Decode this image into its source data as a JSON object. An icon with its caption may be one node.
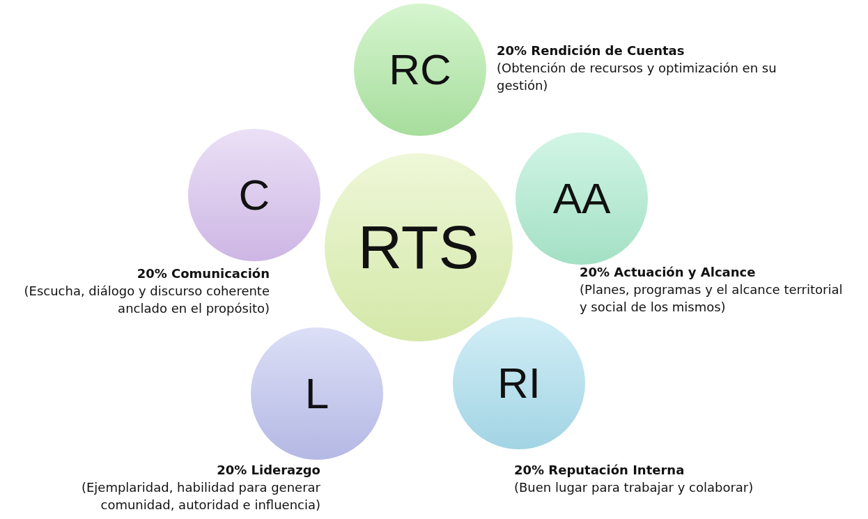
{
  "diagram": {
    "nodes": [
      {
        "text": [
          "RC"
        ],
        "beside": [
          "20% Rendición de Cuentas",
          "(Obtención de recursos y optimización en su gestión)"
        ]
      },
      {
        "text": [
          "C"
        ],
        "beside": [
          "20% Comunicación",
          "(Escucha, diálogo y discurso coherente anclado en el propósito)"
        ]
      },
      {
        "text": [
          "RTS"
        ]
      },
      {
        "text": [
          "AA"
        ],
        "beside": [
          "20% Actuación y Alcance",
          "(Planes, programas y el alcance territorial y social de los mismos)"
        ]
      },
      {
        "text": [
          "L"
        ],
        "beside": [
          "20% Liderazgo",
          "(Ejemplaridad, habilidad para generar comunidad, autoridad e influencia)"
        ]
      },
      {
        "text": [
          "RI"
        ],
        "beside": [
          "20% Reputación Interna",
          "(Buen lugar para trabajar y colaborar)"
        ]
      }
    ]
  }
}
